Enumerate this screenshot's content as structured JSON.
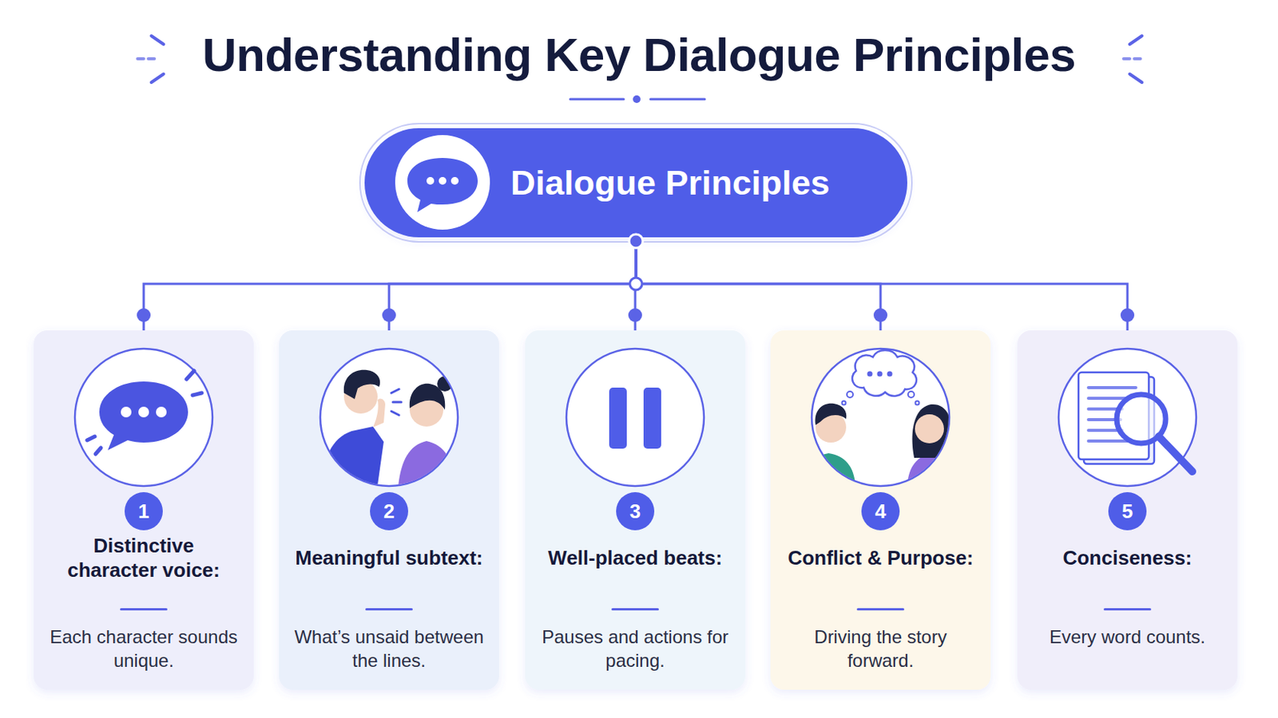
{
  "diagram": {
    "title": "Understanding Key Dialogue Principles",
    "nodes": [
      {
        "text": [
          "Dialogue Principles"
        ]
      },
      {
        "text": [
          "Distinctive character voice:",
          "Each character sounds unique."
        ]
      },
      {
        "text": [
          "1"
        ],
        "in": 1
      },
      {
        "text": [
          "Meaningful subtext:",
          "What’s unsaid between the lines."
        ]
      },
      {
        "text": [
          "2"
        ],
        "in": 3
      },
      {
        "text": [
          "Well-placed beats:",
          "Pauses and actions for pacing."
        ]
      },
      {
        "text": [
          "3"
        ],
        "in": 5
      },
      {
        "text": [
          "Conflict & Purpose:",
          "Driving the story forward."
        ]
      },
      {
        "text": [
          "4"
        ],
        "in": 7
      },
      {
        "text": [
          "Conciseness:",
          "Every word counts."
        ]
      },
      {
        "text": [
          "5"
        ],
        "in": 9
      }
    ],
    "edges": [
      {
        "from": 0,
        "to": 1,
        "arrow": "none"
      },
      {
        "from": 0,
        "to": 3,
        "arrow": "none"
      },
      {
        "from": 0,
        "to": 5,
        "arrow": "none"
      },
      {
        "from": 0,
        "to": 7,
        "arrow": "none"
      },
      {
        "from": 0,
        "to": 9,
        "arrow": "none"
      }
    ]
  }
}
